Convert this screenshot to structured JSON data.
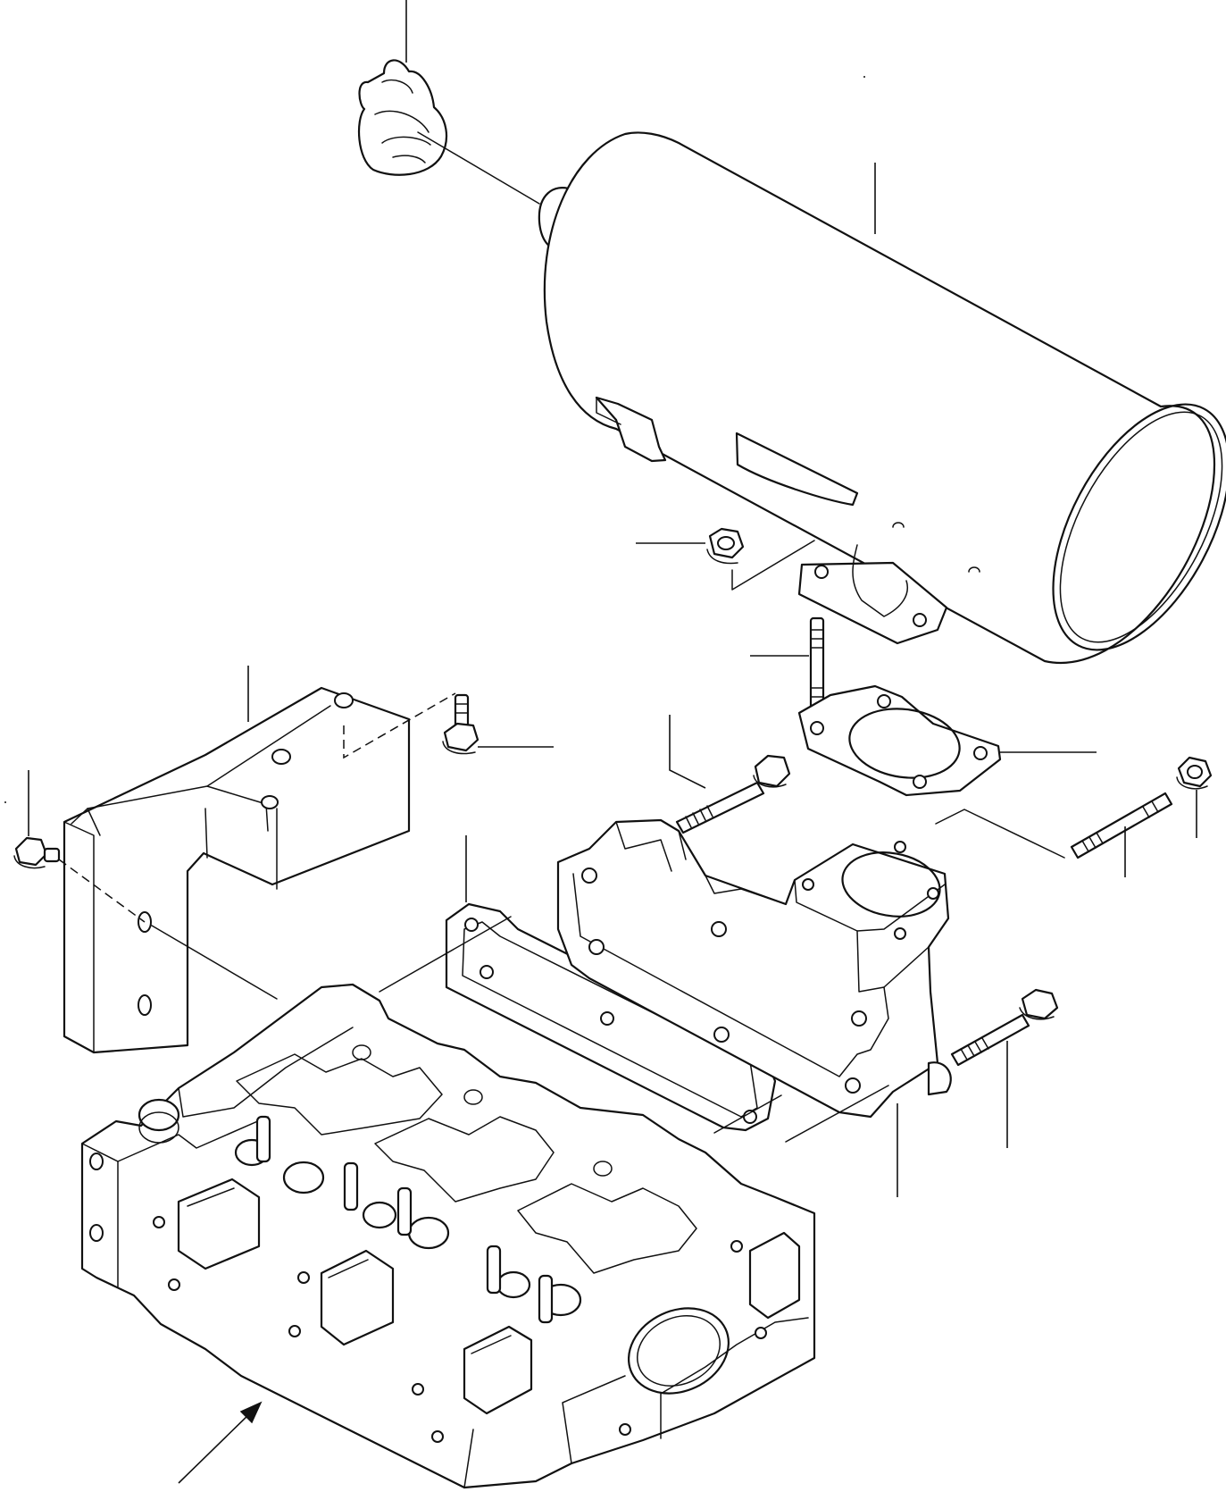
{
  "diagram": {
    "parts": [
      {
        "id": "clamp",
        "icon": "pipe-clamp-icon"
      },
      {
        "id": "muffler",
        "icon": "muffler-icon"
      },
      {
        "id": "flange-nut-upper",
        "icon": "flange-nut-icon"
      },
      {
        "id": "stud-upper",
        "icon": "stud-bolt-icon"
      },
      {
        "id": "flange-gasket",
        "icon": "gasket-icon"
      },
      {
        "id": "bracket",
        "icon": "bracket-icon"
      },
      {
        "id": "bracket-bolt-right",
        "icon": "flange-bolt-icon"
      },
      {
        "id": "bracket-bolt-left",
        "icon": "flange-bolt-icon"
      },
      {
        "id": "manifold-bolt-upper",
        "icon": "flange-bolt-icon"
      },
      {
        "id": "flange-nut-right",
        "icon": "flange-nut-icon"
      },
      {
        "id": "stud-right",
        "icon": "stud-bolt-icon"
      },
      {
        "id": "manifold-gasket",
        "icon": "gasket-icon"
      },
      {
        "id": "exhaust-manifold",
        "icon": "exhaust-manifold-icon"
      },
      {
        "id": "manifold-bolt-lower",
        "icon": "flange-bolt-icon"
      },
      {
        "id": "cylinder-head",
        "icon": "cylinder-head-icon"
      }
    ]
  }
}
